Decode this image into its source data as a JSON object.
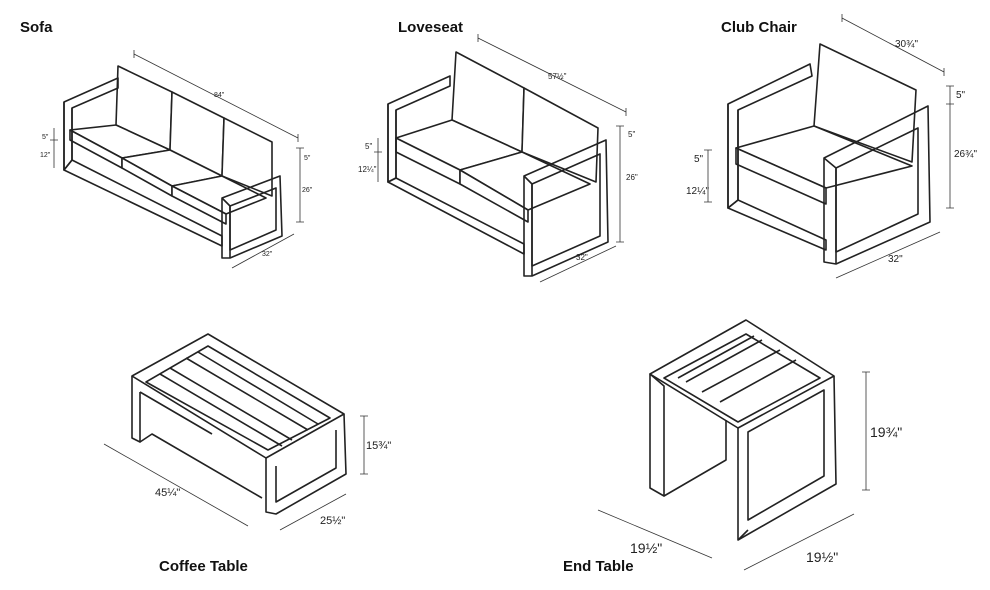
{
  "titles": {
    "sofa": "Sofa",
    "loveseat": "Loveseat",
    "club_chair": "Club Chair",
    "coffee_table": "Coffee Table",
    "end_table": "End Table"
  },
  "dims": {
    "sofa_length": "84\"",
    "sofa_back": "5\"",
    "sofa_seat": "12\"",
    "sofa_back_right": "5\"",
    "sofa_height": "26\"",
    "sofa_depth": "32\"",
    "loveseat_length": "57½\"",
    "loveseat_back": "5\"",
    "loveseat_seat": "12¼\"",
    "loveseat_back_right": "5\"",
    "loveseat_height": "26\"",
    "loveseat_depth": "32\"",
    "club_length": "30¾\"",
    "club_back_right": "5\"",
    "club_height": "26¾\"",
    "club_back": "5\"",
    "club_seat": "12¼\"",
    "club_depth": "32\"",
    "coffee_length": "45¼\"",
    "coffee_depth": "25½\"",
    "coffee_height": "15¾\"",
    "end_depth_left": "19½\"",
    "end_depth_right": "19½\"",
    "end_height": "19¾\""
  }
}
